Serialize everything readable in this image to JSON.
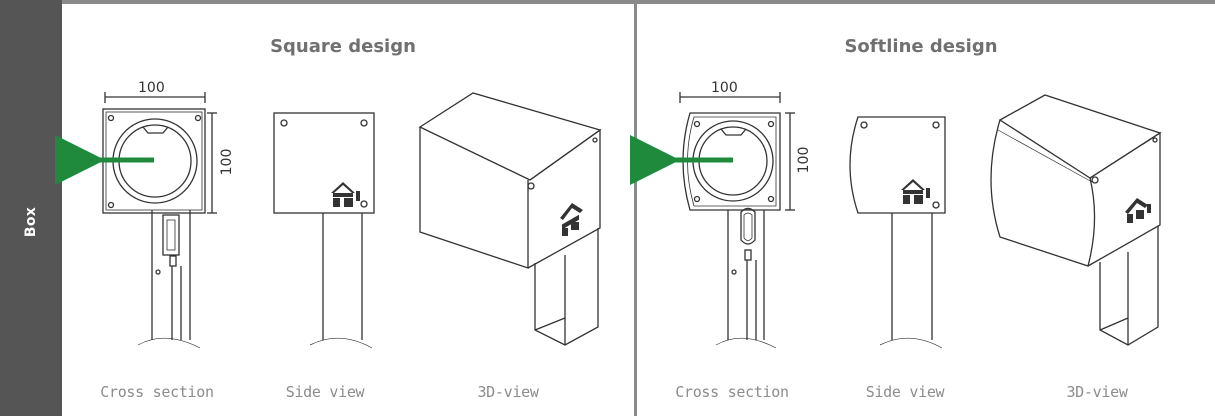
{
  "side_label": "Box",
  "panels": [
    {
      "title": "Square design",
      "dims": {
        "width": "100",
        "height": "100"
      },
      "captions": [
        "Cross section",
        "Side view",
        "3D-view"
      ]
    },
    {
      "title": "Softline design",
      "dims": {
        "width": "100",
        "height": "100"
      },
      "captions": [
        "Cross section",
        "Side view",
        "3D-view"
      ]
    }
  ],
  "colors": {
    "tab": "#555555",
    "border": "#8a8a8a",
    "arrow": "#1f8a3c",
    "line": "#333333",
    "title": "#707070",
    "caption": "#8c8c8c"
  }
}
